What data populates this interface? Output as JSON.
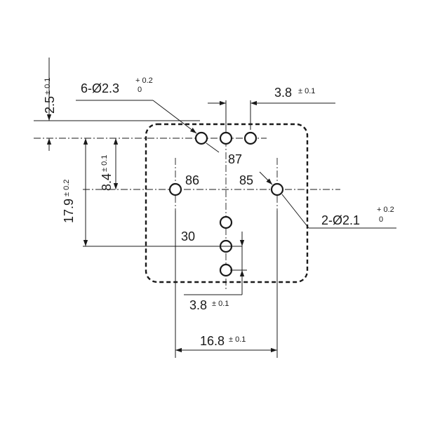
{
  "pins": [
    {
      "id": "87a",
      "label": ""
    },
    {
      "id": "87",
      "label": "87"
    },
    {
      "id": "87b",
      "label": ""
    },
    {
      "id": "86",
      "label": "86"
    },
    {
      "id": "85",
      "label": "85"
    },
    {
      "id": "30a",
      "label": ""
    },
    {
      "id": "30",
      "label": "30"
    },
    {
      "id": "30b",
      "label": ""
    }
  ],
  "dimensions": {
    "top_offset": {
      "value": "2.5",
      "tol": "± 0.1"
    },
    "hole_6": {
      "value": "6-Ø2.3",
      "tol_upper": "+ 0.2",
      "tol_lower": "0"
    },
    "pitch_top": {
      "value": "3.8",
      "tol": "± 0.1"
    },
    "vert_84": {
      "value": "8.4",
      "tol": "± 0.1"
    },
    "vert_179": {
      "value": "17.9",
      "tol": "± 0.2"
    },
    "hole_2": {
      "value": "2-Ø2.1",
      "tol_upper": "+ 0.2",
      "tol_lower": "0"
    },
    "pitch_bottom": {
      "value": "3.8",
      "tol": "± 0.1"
    },
    "width_168": {
      "value": "16.8",
      "tol": "± 0.1"
    }
  }
}
